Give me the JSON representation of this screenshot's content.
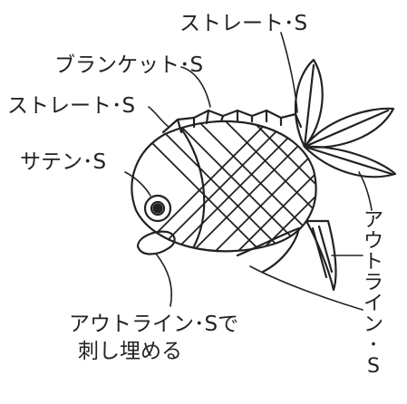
{
  "colors": {
    "ink": "#222222",
    "background": "#ffffff"
  },
  "labels": {
    "straight_top": "ストレート･S",
    "blanket": "ブランケット･S",
    "straight_left": "ストレート･S",
    "satin": "サテン･S",
    "fill_instruction_line1": "アウトライン･Sで",
    "fill_instruction_line2": "刺し埋める",
    "outline_right_chars": [
      "ア",
      "ウ",
      "ト",
      "ラ",
      "イ",
      "ン",
      "･",
      "S"
    ]
  }
}
